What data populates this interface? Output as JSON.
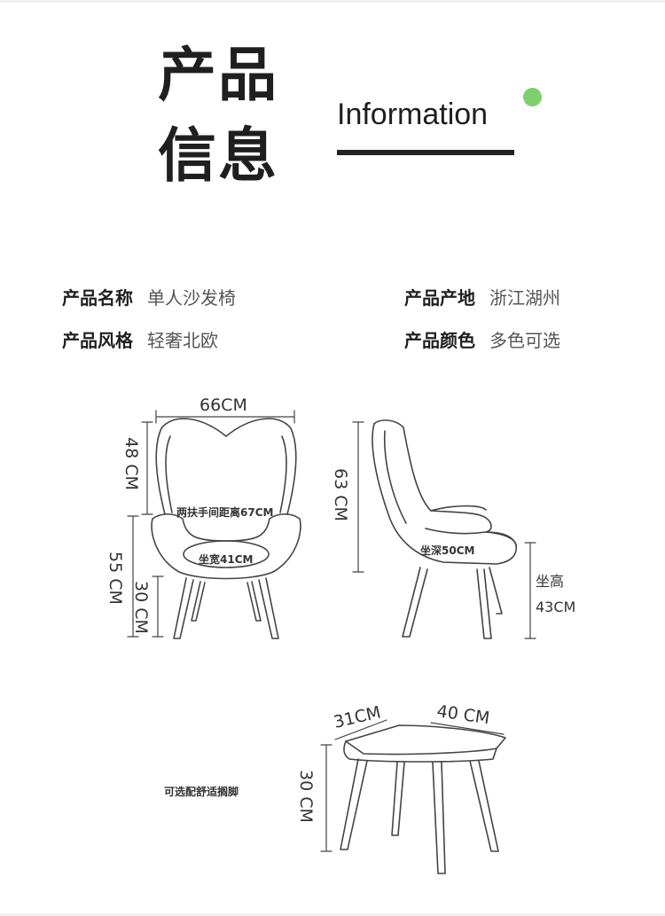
{
  "title": {
    "line1": "产品",
    "line2": "信息",
    "english": "Information",
    "accent_color": "#7fcf6d"
  },
  "specs": [
    {
      "label": "产品名称",
      "value": "单人沙发椅"
    },
    {
      "label": "产品产地",
      "value": "浙江湖州"
    },
    {
      "label": "产品风格",
      "value": "轻奢北欧"
    },
    {
      "label": "产品颜色",
      "value": "多色可选"
    }
  ],
  "dimensions": {
    "front": {
      "width": "66CM",
      "back_height": "48 CM",
      "seat_height_total": "55 CM",
      "leg_height": "30 CM",
      "armrest_distance": "两扶手间距离67CM",
      "seat_width": "坐宽41CM"
    },
    "side": {
      "height": "63 CM",
      "seat_depth": "坐深50CM",
      "seat_height_label": "坐高",
      "seat_height_value": "43CM"
    },
    "ottoman": {
      "depth": "31CM",
      "width": "40 CM",
      "height": "30 CM",
      "note": "可选配舒适搁脚"
    }
  }
}
